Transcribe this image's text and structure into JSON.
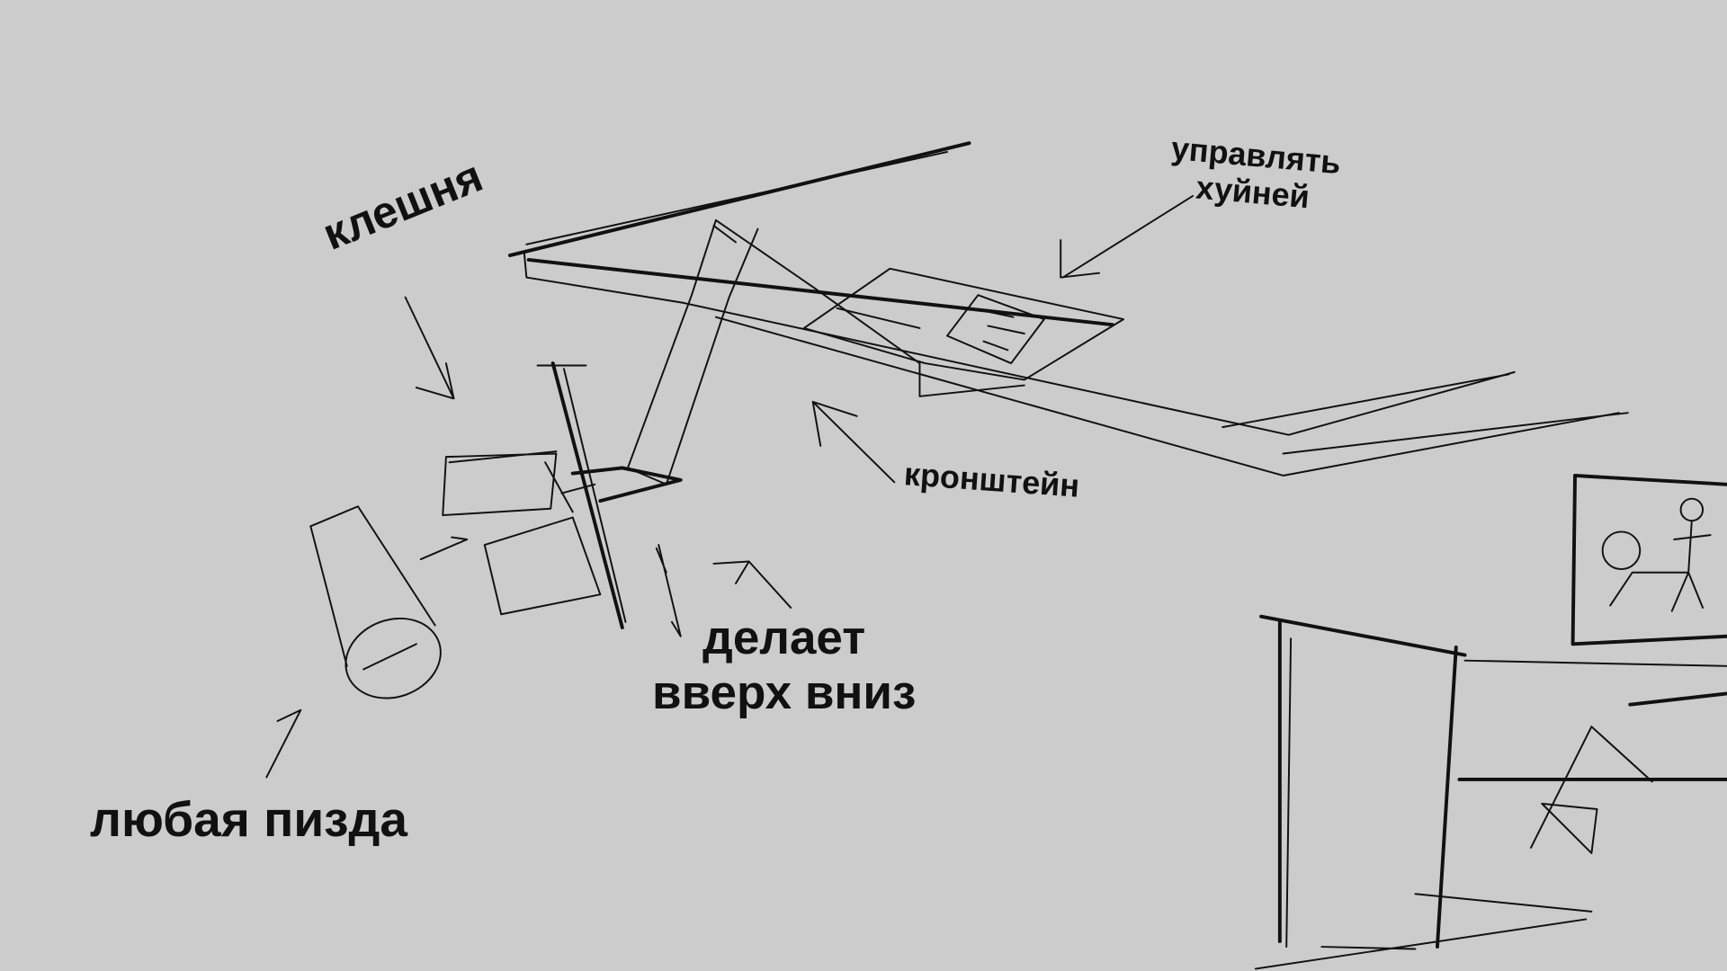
{
  "labels": {
    "claw": "клешня",
    "control_line1": "управлять",
    "control_line2": "хуйней",
    "bracket": "кронштейн",
    "updown_line1": "делает",
    "updown_line2": "вверх вниз",
    "any": "любая пизда"
  }
}
